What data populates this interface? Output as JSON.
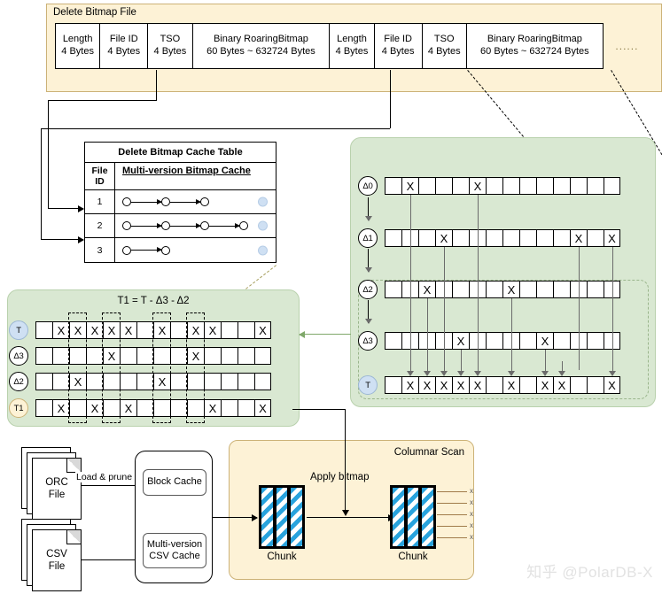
{
  "delete_bitmap_file": {
    "title": "Delete Bitmap File",
    "records": [
      {
        "length": "Length",
        "length_size": "4 Bytes",
        "file_id": "File ID",
        "file_id_size": "4 Bytes",
        "tso": "TSO",
        "tso_size": "4 Bytes",
        "binary": "Binary RoaringBitmap",
        "binary_size": "60 Bytes ~ 632724 Bytes"
      },
      {
        "length": "Length",
        "length_size": "4 Bytes",
        "file_id": "File ID",
        "file_id_size": "4 Bytes",
        "tso": "TSO",
        "tso_size": "4 Bytes",
        "binary": "Binary RoaringBitmap",
        "binary_size": "60 Bytes ~ 632724 Bytes"
      }
    ],
    "ellipsis": "......"
  },
  "cache_table": {
    "title": "Delete Bitmap Cache Table",
    "col_file_id": "File\nID",
    "col_file_id_line1": "File",
    "col_file_id_line2": "ID",
    "col_cache": "Multi-version Bitmap Cache",
    "rows": [
      {
        "file_id": "1",
        "versions": 3
      },
      {
        "file_id": "2",
        "versions": 4
      },
      {
        "file_id": "3",
        "versions": 2
      }
    ]
  },
  "bitmap_right": {
    "cell_count": 14,
    "rows": [
      {
        "label": "Δ0",
        "marks": [
          1,
          5
        ]
      },
      {
        "label": "Δ1",
        "marks": [
          3,
          11,
          13
        ]
      },
      {
        "label": "Δ2",
        "marks": [
          2,
          7
        ]
      },
      {
        "label": "Δ3",
        "marks": [
          4,
          9
        ]
      },
      {
        "label": "T",
        "marks": [
          1,
          2,
          3,
          4,
          5,
          7,
          9,
          10,
          13
        ]
      }
    ]
  },
  "bitmap_left": {
    "formula": "T1 = T - Δ3 - Δ2",
    "cell_count": 14,
    "rows": [
      {
        "label": "T",
        "marks": [
          1,
          2,
          3,
          4,
          5,
          7,
          9,
          10,
          13
        ]
      },
      {
        "label": "Δ3",
        "marks": [
          4,
          9
        ]
      },
      {
        "label": "Δ2",
        "marks": [
          2,
          7
        ]
      },
      {
        "label": "T1",
        "marks": [
          1,
          3,
          5,
          10,
          13
        ]
      }
    ]
  },
  "storage": {
    "orc_file_line1": "ORC",
    "orc_file_line2": "File",
    "csv_file_line1": "CSV",
    "csv_file_line2": "File",
    "load_prune_label": "Load & prune",
    "block_cache": "Block Cache",
    "csv_cache_line1": "Multi-version",
    "csv_cache_line2": "CSV Cache"
  },
  "columnar_scan": {
    "title": "Columnar Scan",
    "apply_bitmap_label": "Apply bitmap",
    "chunk_in_label": "Chunk",
    "chunk_out_label": "Chunk",
    "filtered_marks": [
      "x",
      "x",
      "x",
      "x",
      "x"
    ]
  },
  "watermark": "知乎 @PolarDB-X",
  "colors": {
    "file_panel_bg": "#fdf2d6",
    "file_panel_border": "#ccb277",
    "green_panel_bg": "#d9e8d2",
    "green_panel_border": "#b9d1ad",
    "blue_badge": "#cfe0f3",
    "chunk_stripe": "#29a3dd"
  }
}
